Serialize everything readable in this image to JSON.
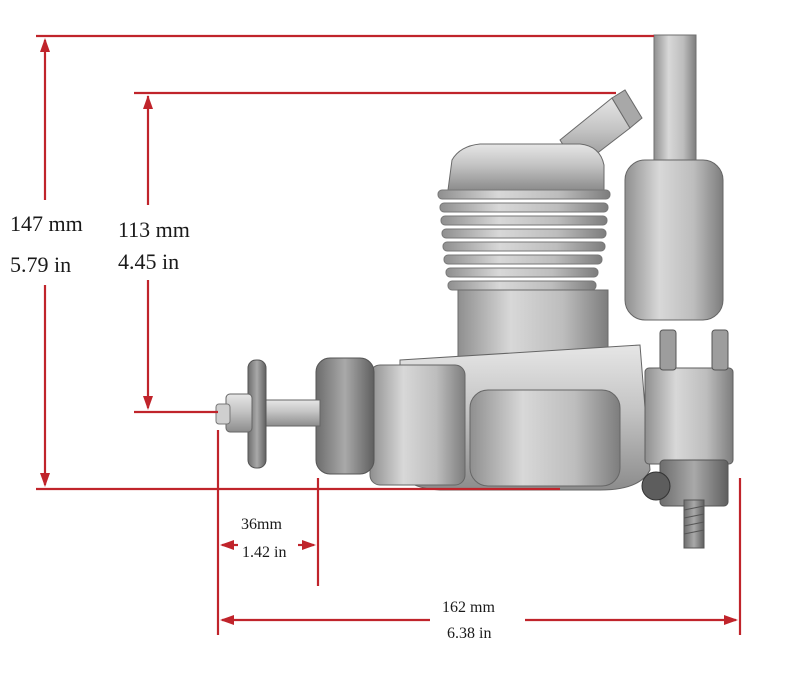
{
  "dimensions": {
    "overall_height": {
      "mm": "147 mm",
      "in": "5.79 in"
    },
    "cylinder_height": {
      "mm": "113 mm",
      "in": "4.45 in"
    },
    "prop_shaft_length": {
      "mm": "36mm",
      "in": "1.42 in"
    },
    "overall_length": {
      "mm": "162 mm",
      "in": "6.38 in"
    }
  },
  "colors": {
    "dimension_line": "#c0242b",
    "text": "#1a1a1a",
    "engine_metal": "#b9b9b9"
  }
}
